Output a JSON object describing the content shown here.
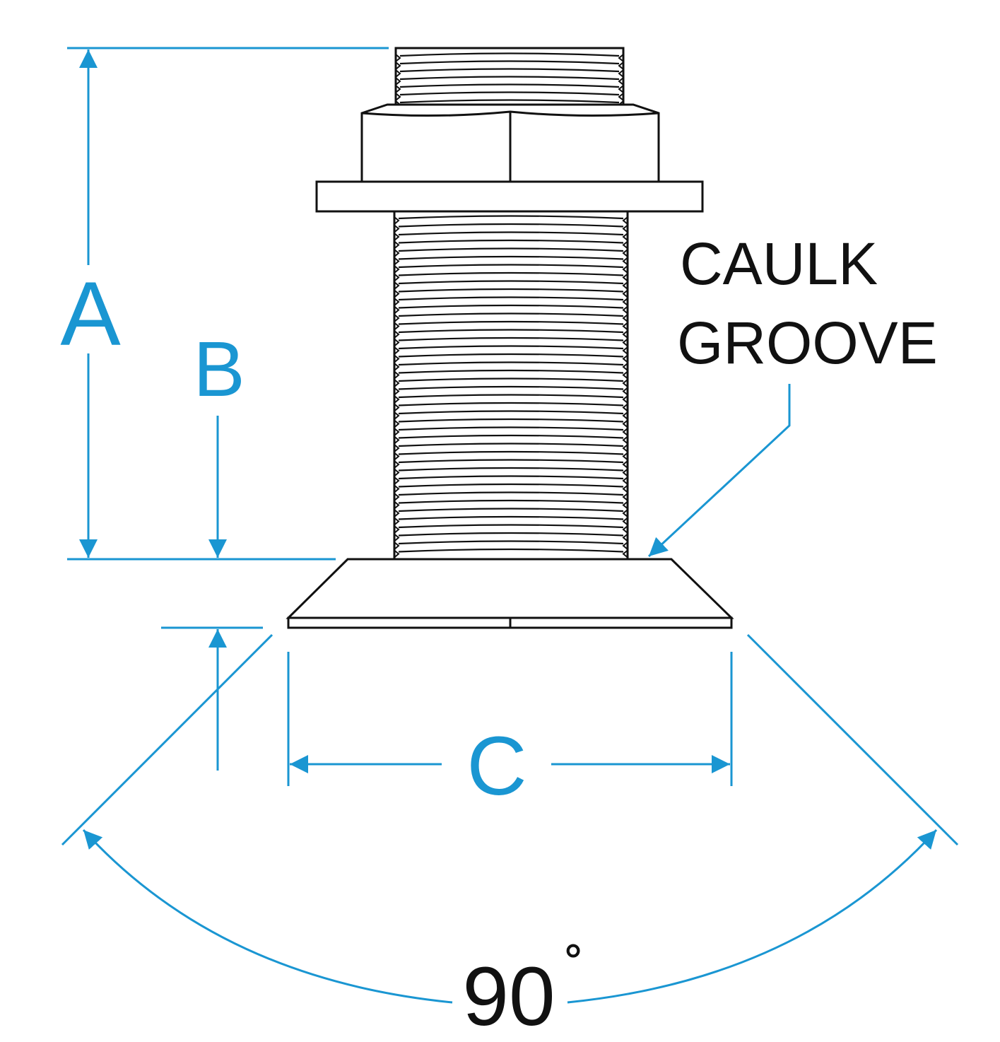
{
  "labels": {
    "dim_a": "A",
    "dim_b": "B",
    "dim_c": "C",
    "angle": "90",
    "angle_degree": "˚",
    "caulk_line1": "CAULK",
    "caulk_line2": "GROOVE"
  },
  "colors": {
    "dimension": "#1a96d2",
    "outline": "#111111",
    "fill": "#ffffff"
  }
}
